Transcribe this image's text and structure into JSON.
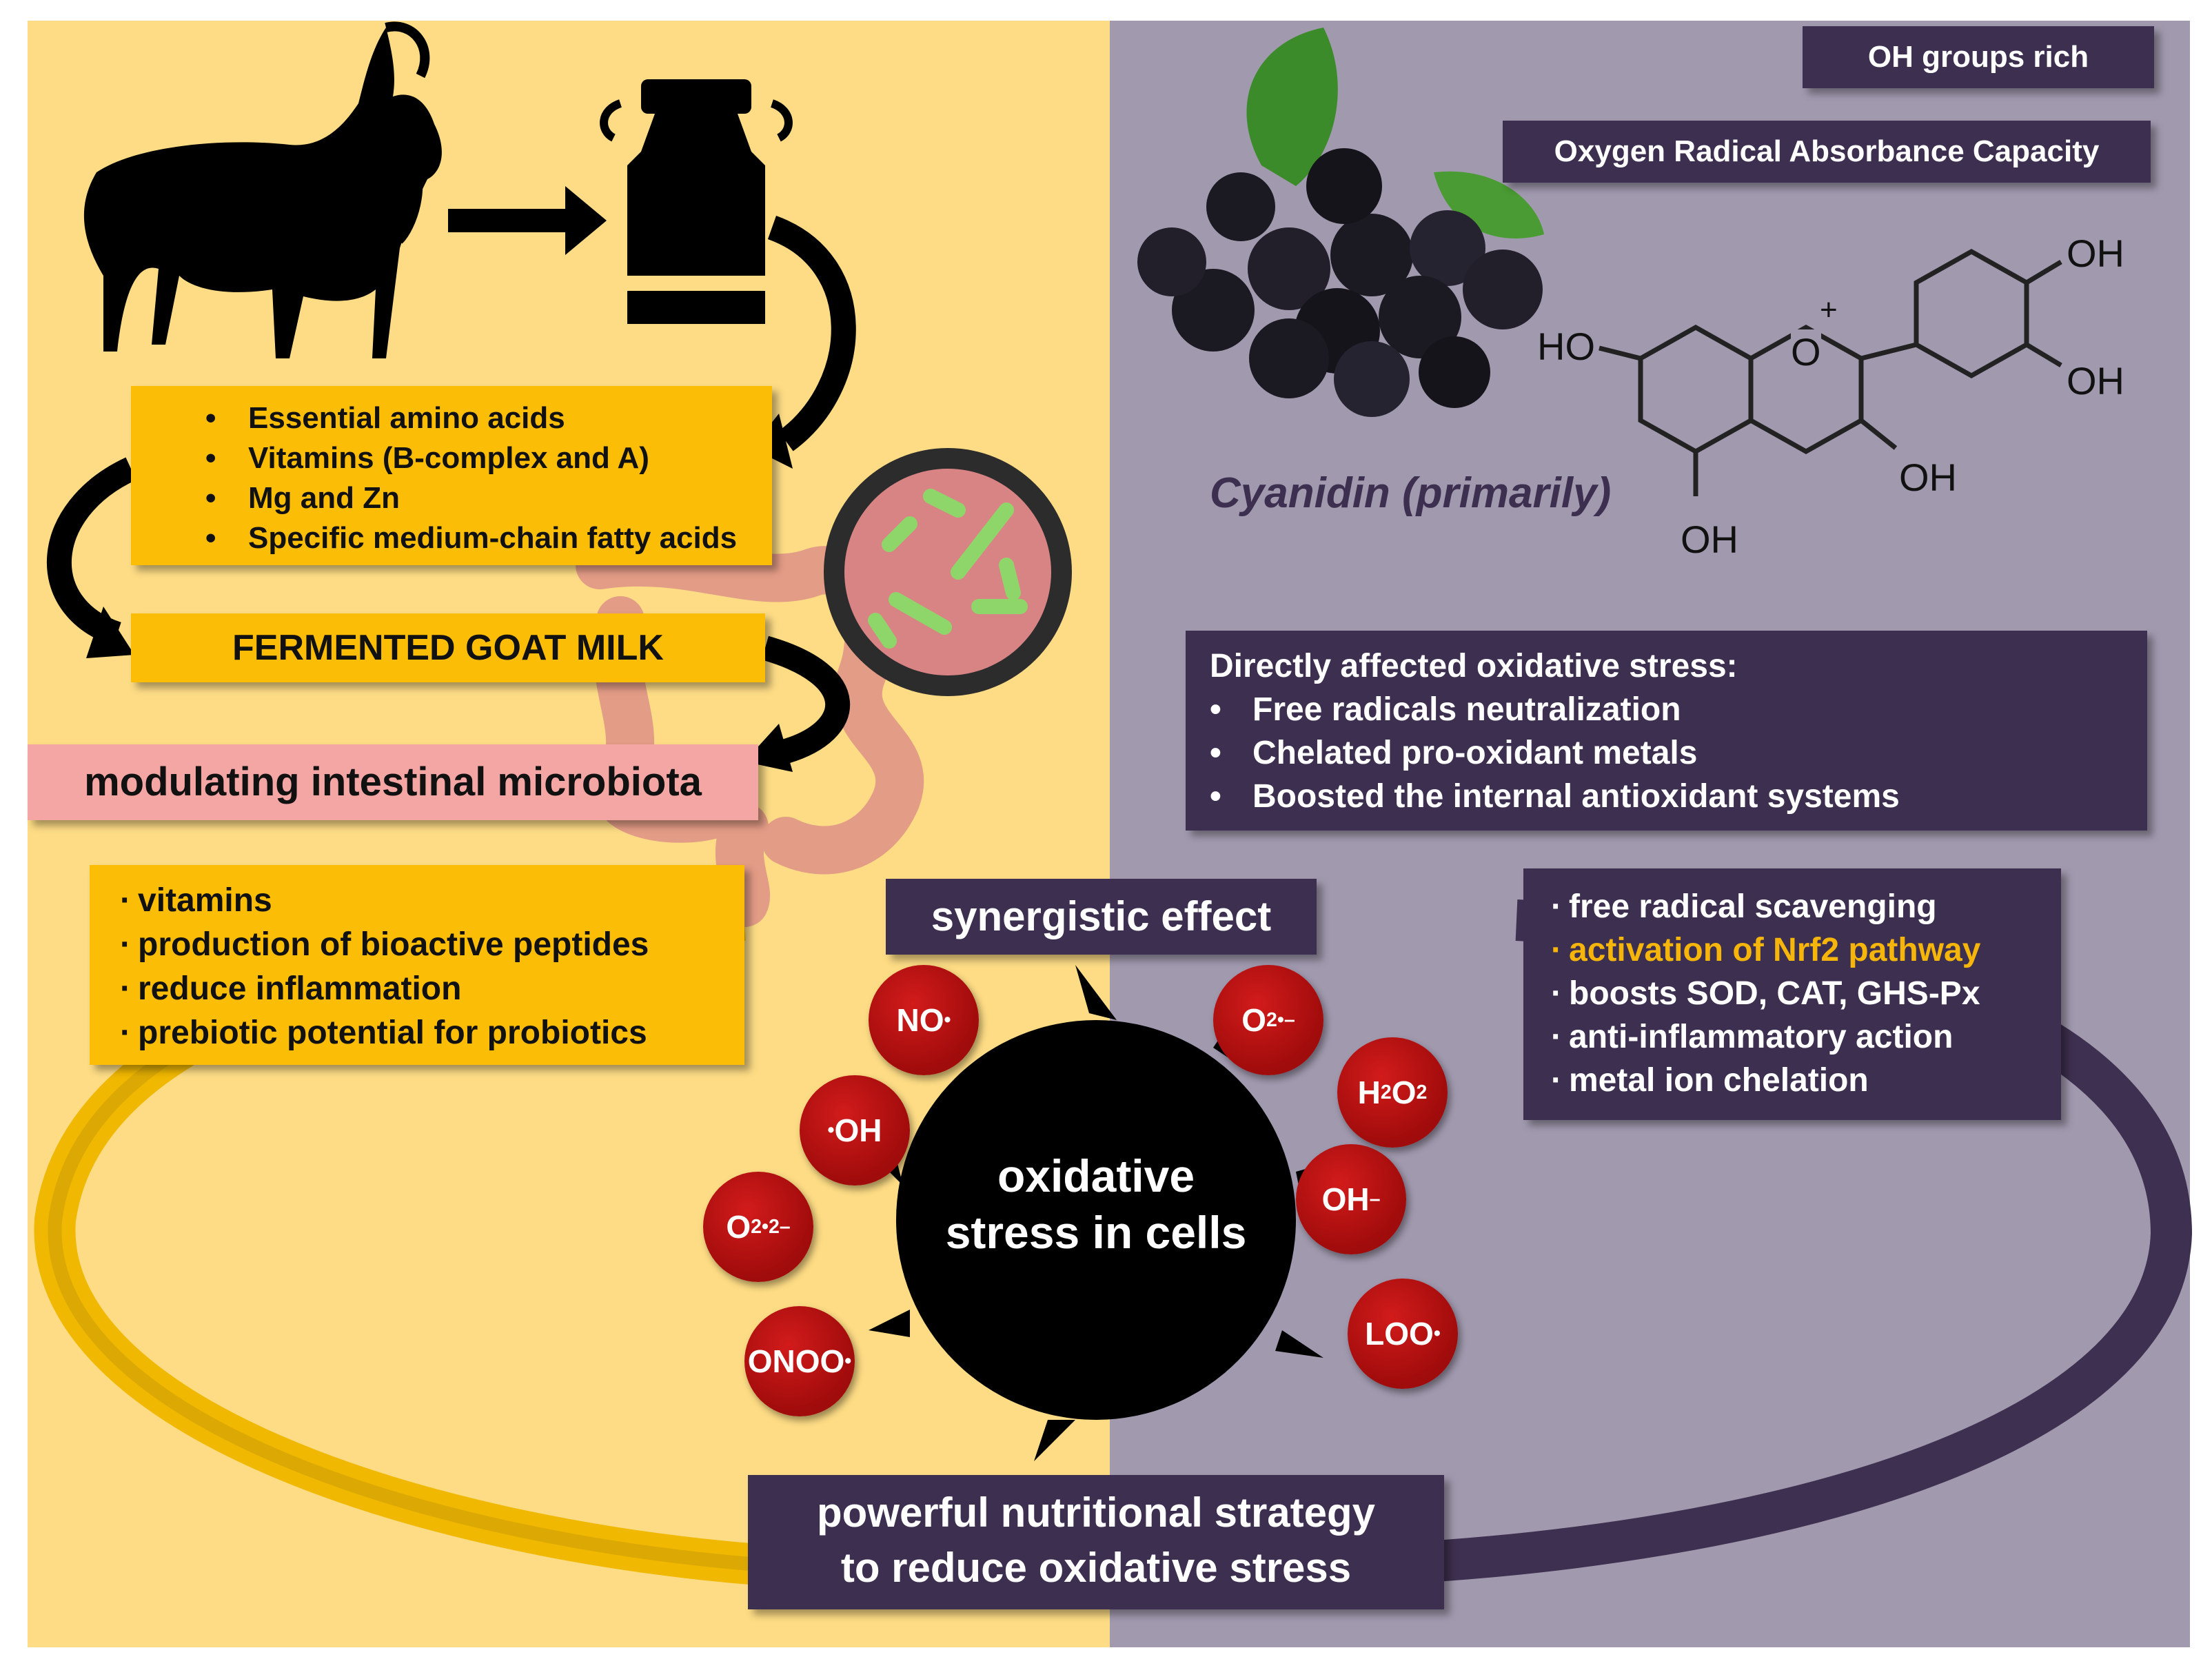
{
  "colors": {
    "left_bg": "#fddc85",
    "right_bg": "#a199ae",
    "gold": "#fbbd06",
    "purple": "#3c2f4f",
    "pink": "#f4a6a4",
    "radical_red": "#b51212",
    "highlight": "#f5b50a"
  },
  "goat_milk": {
    "nutrients": [
      "Essential amino acids",
      "Vitamins (B-complex and A)",
      "Mg and Zn",
      "Specific medium-chain fatty acids"
    ],
    "fermented_label": "FERMENTED GOAT MILK",
    "microbiota_label": "modulating intestinal microbiota",
    "benefits": [
      "vitamins",
      "production of bioactive peptides",
      "reduce inflammation",
      "prebiotic potential for probiotics"
    ]
  },
  "aronia": {
    "oh_groups": "OH groups rich",
    "orac": "Oxygen Radical Absorbance Capacity",
    "compound_name": "Cyanidin (primarily)",
    "structure_labels": {
      "ho": "HO",
      "oh1": "OH",
      "oh2": "OH",
      "oh3": "OH",
      "oh4": "OH",
      "o": "O",
      "plus": "+"
    },
    "direct_title": "Directly affected oxidative stress:",
    "direct_items": [
      "Free radicals neutralization",
      "Chelated pro-oxidant metals",
      "Boosted the internal antioxidant systems"
    ],
    "actions": [
      "free radical scavenging",
      "activation of Nrf2 pathway",
      "boosts SOD, CAT, GHS-Px",
      "anti-inflammatory action",
      "metal ion chelation"
    ]
  },
  "center": {
    "synergistic": "synergistic effect",
    "cell_line1": "oxidative",
    "cell_line2": "stress in cells",
    "strategy_line1": "powerful nutritional strategy",
    "strategy_line2": "to reduce oxidative stress"
  },
  "radicals": {
    "no": "NO",
    "o2_super": "O",
    "h2o2_h": "H",
    "h2o2_o": "O",
    "oh_rad": "OH",
    "oh_minus": "OH",
    "o2_per": "O",
    "loo": "LOO",
    "onoo": "ONOO"
  }
}
